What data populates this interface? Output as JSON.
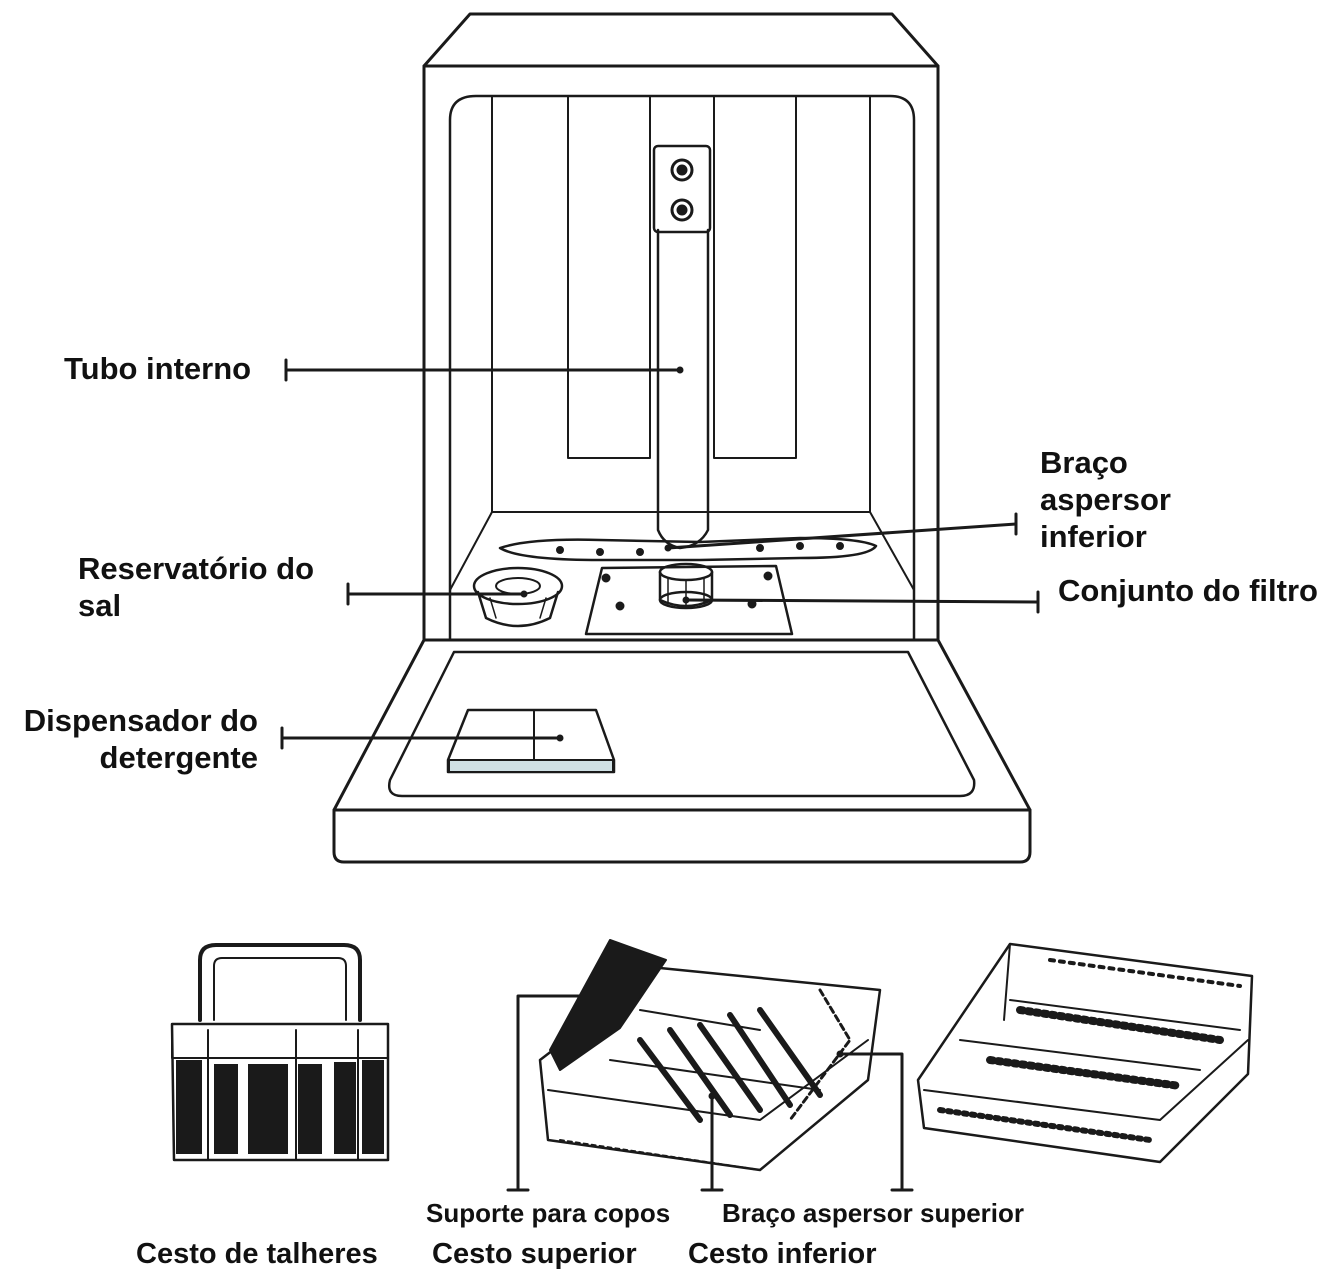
{
  "labels": {
    "tubo_interno": "Tubo interno",
    "braco_inferior": [
      "Braço",
      "aspersor",
      "inferior"
    ],
    "reservatorio": [
      "Reservatório do",
      "sal"
    ],
    "conjunto_filtro": "Conjunto do filtro",
    "dispensador": [
      "Dispensador do",
      "detergente"
    ],
    "suporte_copos": "Suporte para copos",
    "braco_superior": "Braço aspersor superior",
    "cesto_talheres": "Cesto de talheres",
    "cesto_superior": "Cesto superior",
    "cesto_inferior": "Cesto inferior"
  }
}
